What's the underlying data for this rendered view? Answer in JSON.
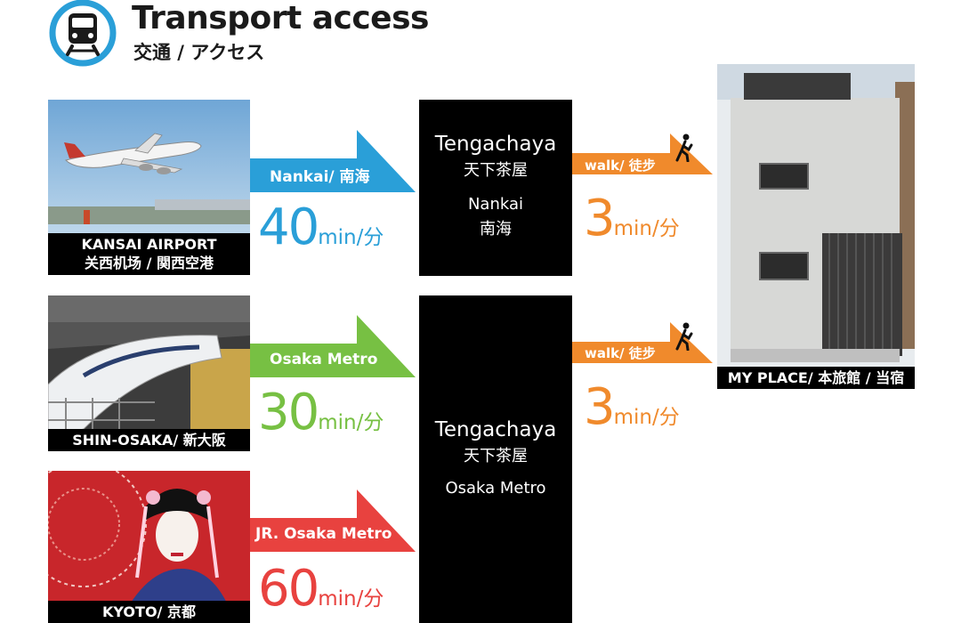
{
  "header": {
    "title": "Transport access",
    "subtitle": "交通 / アクセス",
    "icon": "train-icon",
    "accent": "#2a9fd8"
  },
  "origins": [
    {
      "caption_en": "KANSAI AIRPORT",
      "caption_jp": "关西机场 / 関西空港",
      "icon": "airplane-photo"
    },
    {
      "caption": "SHIN-OSAKA/ 新大阪",
      "icon": "shinkansen-photo"
    },
    {
      "caption": "KYOTO/ 京都",
      "icon": "geisha-photo"
    }
  ],
  "routes": [
    {
      "line": "Nankai/ 南海",
      "minutes": "40",
      "unit": "min/分",
      "color": "#2a9fd8"
    },
    {
      "line": "Osaka Metro",
      "minutes": "30",
      "unit": "min/分",
      "color": "#77c043"
    },
    {
      "line": "JR. Osaka Metro",
      "minutes": "60",
      "unit": "min/分",
      "color": "#e8423f"
    }
  ],
  "stations": [
    {
      "name": "Tengachaya",
      "name_jp": "天下茶屋",
      "line": "Nankai",
      "line_jp": "南海"
    },
    {
      "name": "Tengachaya",
      "name_jp": "天下茶屋",
      "line": "Osaka Metro"
    }
  ],
  "walks": [
    {
      "label": "walk/ 徒步",
      "minutes": "3",
      "unit": "min/分",
      "color": "#f08a2c"
    },
    {
      "label": "walk/ 徒步",
      "minutes": "3",
      "unit": "min/分",
      "color": "#f08a2c"
    }
  ],
  "destination": {
    "caption": "MY PLACE/ 本旅館 / 当宿",
    "icon": "house-photo"
  }
}
